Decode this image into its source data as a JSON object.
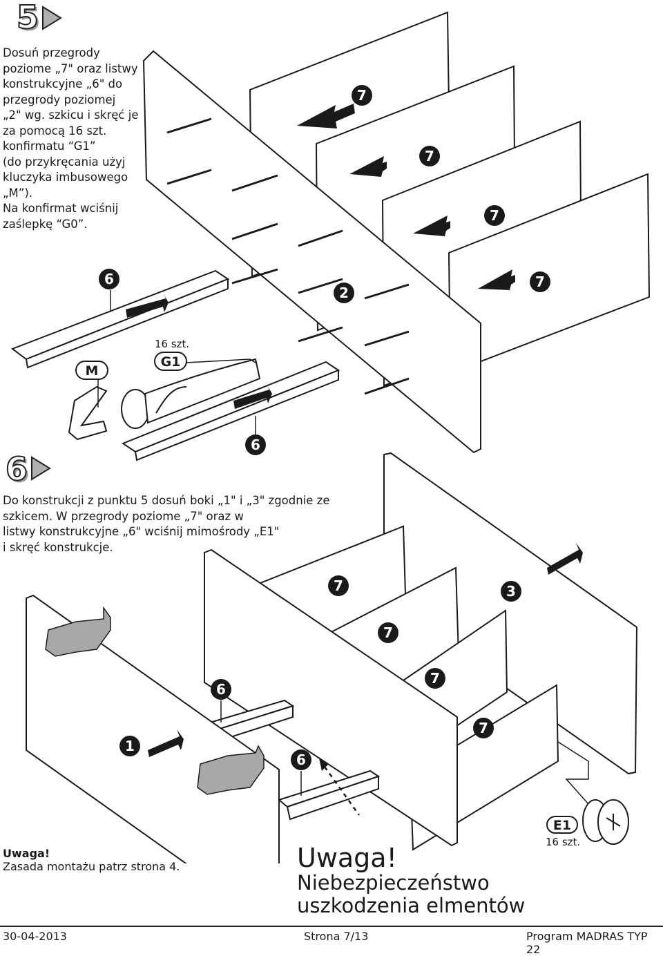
{
  "step5": {
    "number": "5",
    "instruction_lines": [
      "Dosuń przegrody",
      "poziome „7\" oraz listwy",
      "konstrukcyjne „6\" do",
      "przegrody poziomej",
      "„2\" wg. szkicu i skręć je",
      "za pomocą 16 szt.",
      "konfirmatu “G1”",
      "(do przykręcania użyj",
      "kluczyka imbusowego",
      "„M”).",
      "Na konfirmat wciśnij",
      "zaślepkę “G0”."
    ],
    "labels": {
      "part7": "7",
      "part6": "6",
      "part2": "2",
      "tool_m": "M",
      "screw_g1": "G1",
      "qty": "16 szt."
    }
  },
  "step6": {
    "number": "6",
    "instruction_lines": [
      "Do konstrukcji z punktu 5 dosuń boki „1\" i „3\" zgodnie ze",
      "szkicem. W przegrody poziome „7\" oraz w",
      "listwy konstrukcyjne „6\" wciśnij mimośrody „E1\"",
      "i skręć konstrukcje."
    ],
    "labels": {
      "part7": "7",
      "part6": "6",
      "part1": "1",
      "part3": "3",
      "cam_e1": "E1",
      "qty": "16 szt."
    }
  },
  "note": {
    "title": "Uwaga!",
    "text": "Zasada montażu patrz strona 4."
  },
  "warning": {
    "title": "Uwaga!",
    "line1": "Niebezpieczeństwo",
    "line2": "uszkodzenia elmentów"
  },
  "footer": {
    "date": "30-04-2013",
    "page": "Strona 7/13",
    "program": "Program MADRAS TYP 22"
  },
  "colors": {
    "ink": "#1a1a1a",
    "hand": "#a8a8a8",
    "accent_outline": "#222222"
  }
}
